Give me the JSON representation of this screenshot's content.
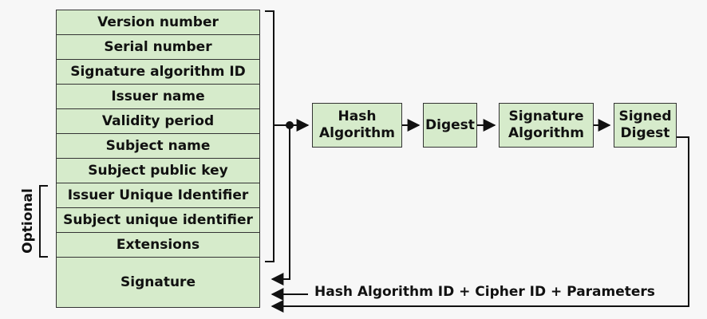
{
  "fields": [
    {
      "label": "Version number"
    },
    {
      "label": "Serial number"
    },
    {
      "label": "Signature algorithm ID"
    },
    {
      "label": "Issuer name"
    },
    {
      "label": "Validity period"
    },
    {
      "label": "Subject name"
    },
    {
      "label": "Subject public key"
    },
    {
      "label": "Issuer Unique Identifier"
    },
    {
      "label": "Subject unique identifier"
    },
    {
      "label": "Extensions"
    }
  ],
  "signature_field": "Signature",
  "optional_label": "Optional",
  "steps": {
    "hash_line1": "Hash",
    "hash_line2": "Algorithm",
    "digest": "Digest",
    "sigalg_line1": "Signature",
    "sigalg_line2": "Algorithm",
    "signed_line1": "Signed",
    "signed_line2": "Digest"
  },
  "params_label": "Hash Algorithm ID + Cipher ID + Parameters",
  "colors": {
    "box_fill": "#d6ebcb",
    "stroke": "#111111",
    "background": "#f7f7f7"
  }
}
